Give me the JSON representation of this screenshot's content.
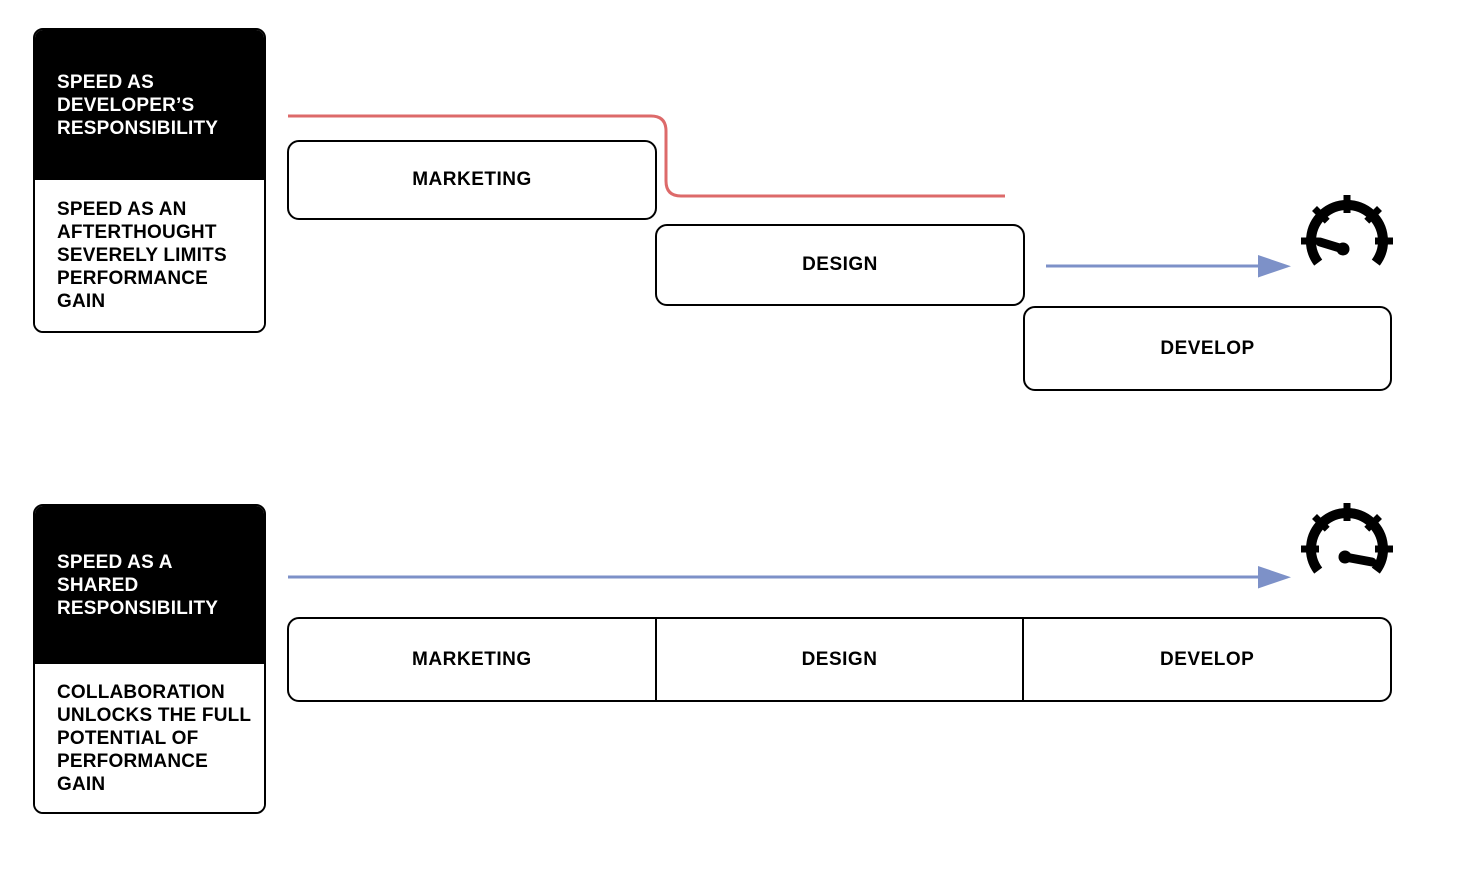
{
  "colors": {
    "background": "#ffffff",
    "ink": "#000000",
    "handoff_red": "#dd6a6a",
    "arrow_blue": "#7d91c8"
  },
  "waterfall_flow": {
    "card": {
      "title": "SPEED AS\nDEVELOPER’S\nRESPONSIBILITY",
      "body": "SPEED AS AN\nAFTERTHOUGHT\nSEVERELY LIMITS\nPERFORMANCE GAIN"
    },
    "stages": [
      "MARKETING",
      "DESIGN",
      "DEVELOP"
    ],
    "meter_icon": "speedometer-low"
  },
  "shared_flow": {
    "card": {
      "title": "SPEED AS A\nSHARED\nRESPONSIBILITY",
      "body": "COLLABORATION\nUNLOCKS THE FULL\nPOTENTIAL OF\nPERFORMANCE GAIN"
    },
    "stages": [
      "MARKETING",
      "DESIGN",
      "DEVELOP"
    ],
    "meter_icon": "speedometer-high"
  }
}
